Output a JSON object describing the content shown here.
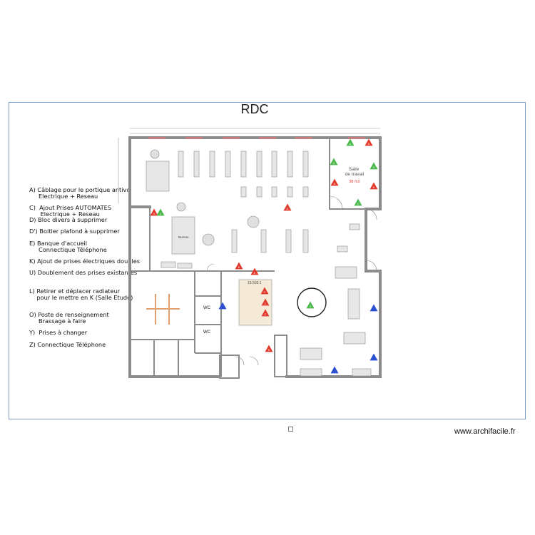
{
  "title": "RDC",
  "footer": "www.archifacile.fr",
  "legend": [
    "A) Câblage pour le portique antivol\n     Electrique + Reseau",
    "C)  Ajout Prises AUTOMATES\n      Electrique + Reseau",
    "D) Bloc divers à supprimer",
    "D') Boitier plafond à supprimer",
    "E) Banque d'accueil\n     Connectique Téléphone",
    "K) Ajout de prises électriques doubles",
    "U) Doublement des prises existantes",
    "L) Retirer et déplacer radiateur\n    pour le mettre en K (Salle Etude)",
    "O) Poste de renseignement\n     Brassage à faire",
    "Y)  Prises à changer",
    "Z) Connectique Téléphone"
  ],
  "rooms": {
    "salle_travail_name": "Salle\nde travail",
    "salle_travail_area": "38 m2",
    "wc1": "WC",
    "wc2": "WC",
    "stair_label": "15.503.1",
    "bureau_label": "Bureau"
  },
  "markers": {
    "k": "K",
    "c": "C",
    "u": "U",
    "o": "O",
    "z": "Z",
    "d": "D",
    "a": "A"
  },
  "colors": {
    "wall": "#8c8c8c",
    "marker_red": "#e2372b",
    "marker_green": "#49b84a",
    "marker_blue": "#2a4fd0",
    "frame": "#7a9cc6"
  }
}
